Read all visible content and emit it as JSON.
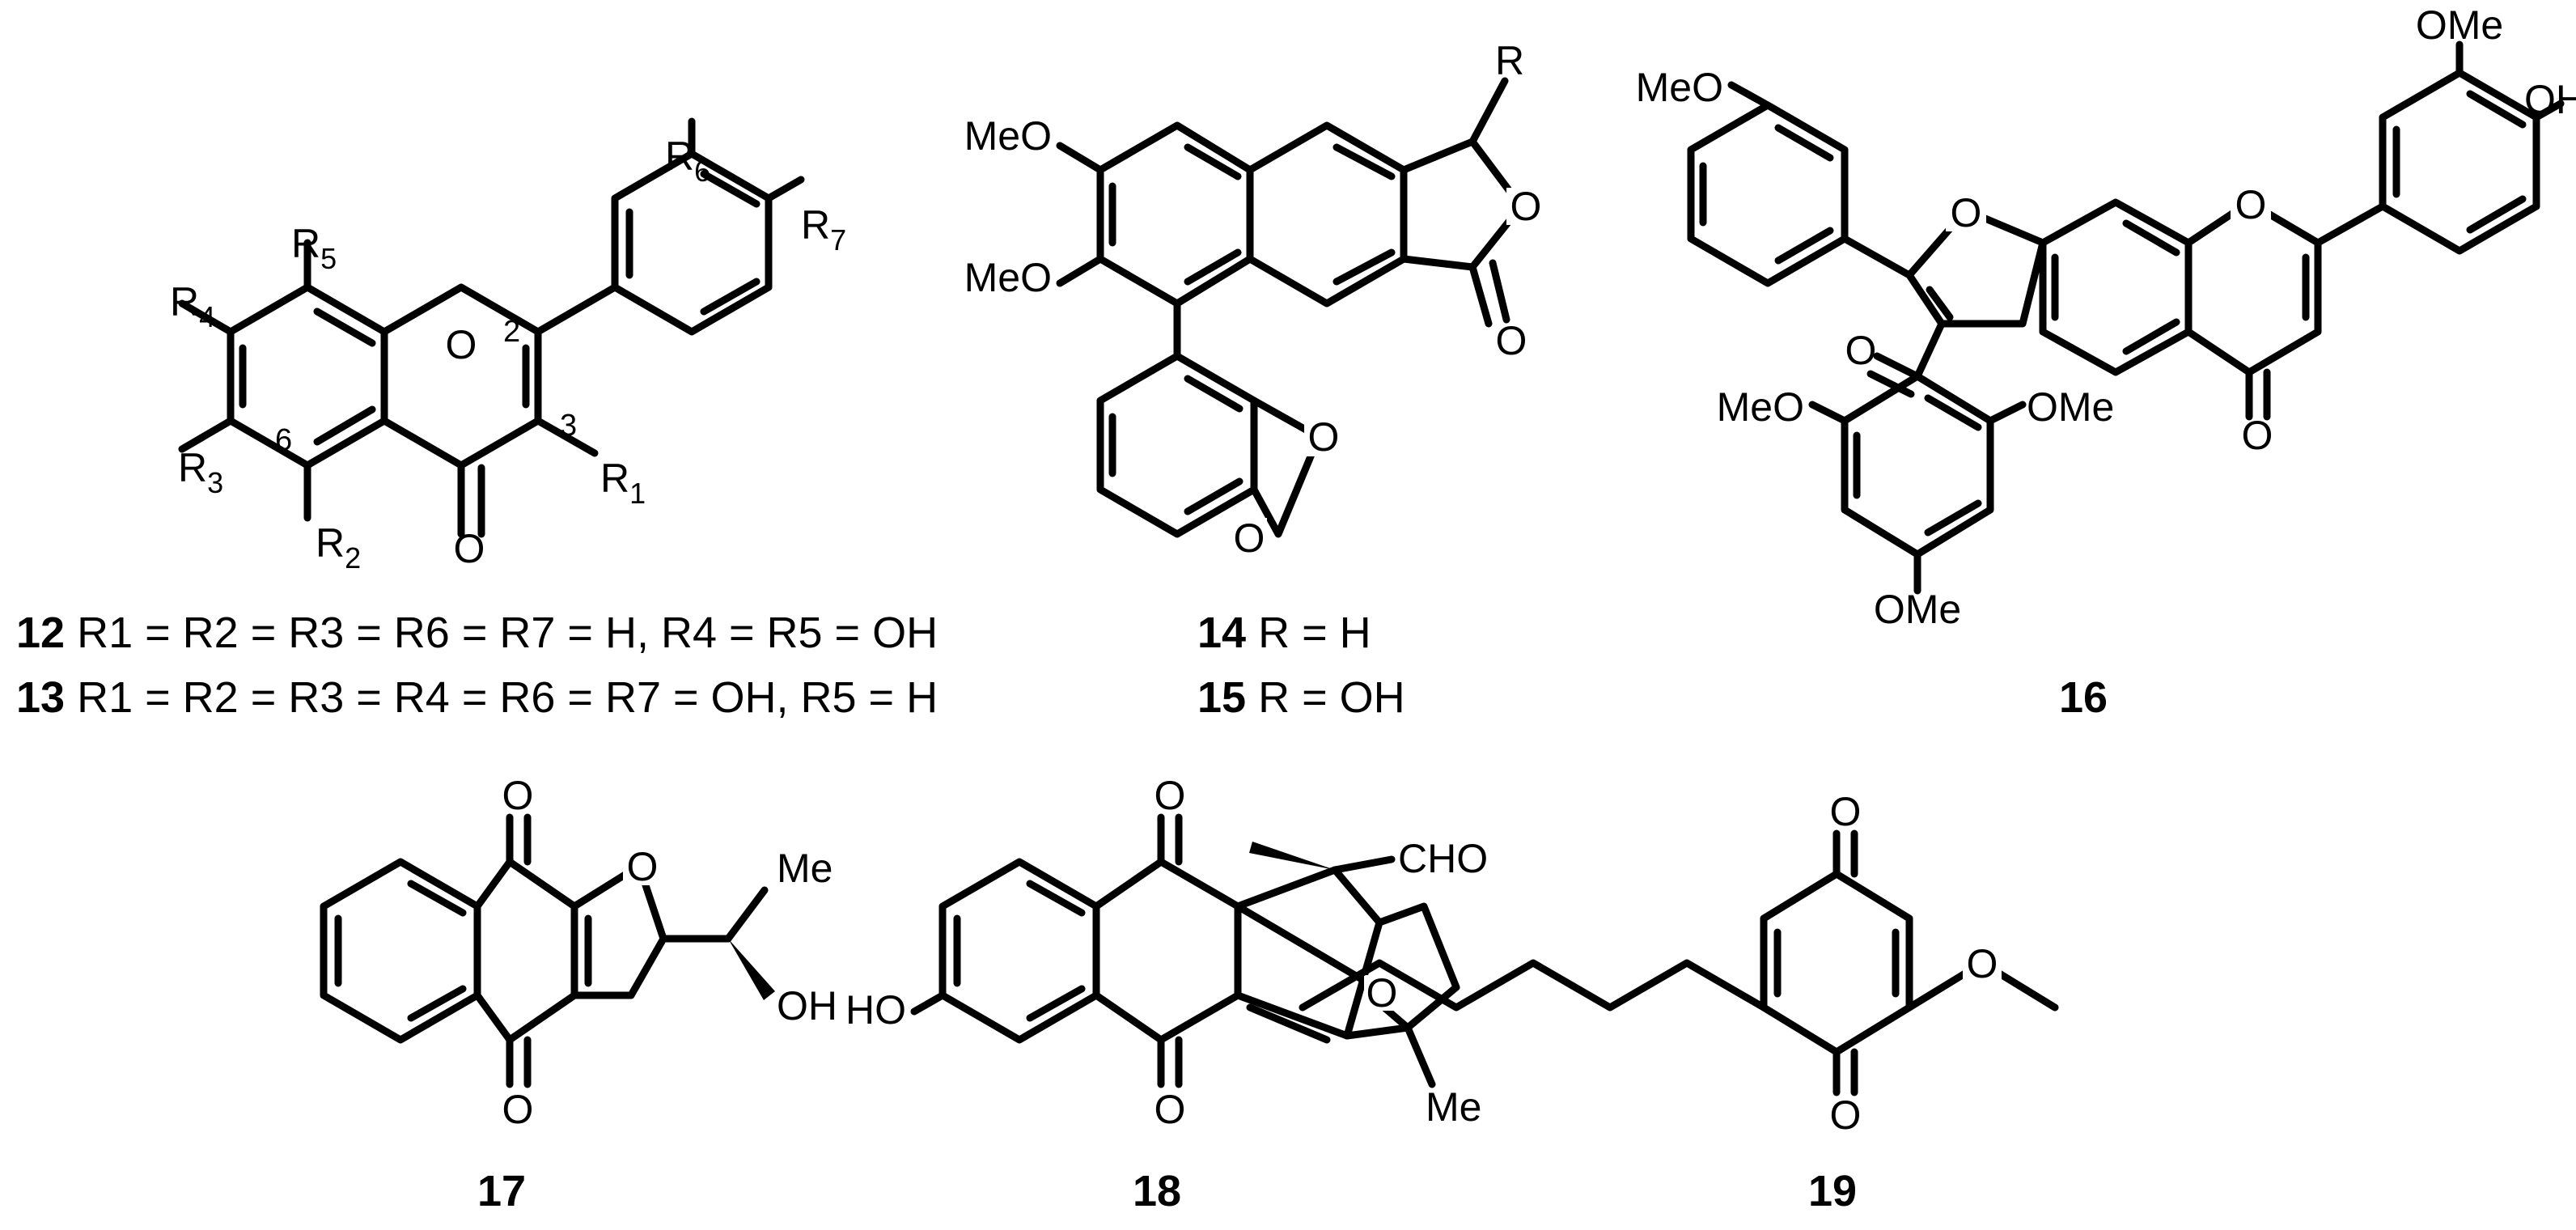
{
  "compound_12": {
    "number": "12",
    "definition": "R1 = R2 = R3 = R6 = R7 = H, R4 = R5 = OH",
    "substituents": [
      "R1",
      "R2",
      "R3",
      "R4",
      "R5",
      "R6",
      "R7"
    ],
    "positions": [
      "2",
      "3",
      "6"
    ]
  },
  "compound_13": {
    "number": "13",
    "definition": "R1 = R2 = R3 = R4 = R6 = R7 = OH, R5 = H"
  },
  "compound_14": {
    "number": "14",
    "definition": "R = H"
  },
  "compound_15": {
    "number": "15",
    "definition": "R = OH"
  },
  "compound_16": {
    "number": "16"
  },
  "compound_17": {
    "number": "17"
  },
  "compound_18": {
    "number": "18"
  },
  "compound_19": {
    "number": "19"
  },
  "atom_labels": {
    "O": "O",
    "R": "R",
    "MeO": "MeO",
    "OMe": "OMe",
    "OH": "OH",
    "HO": "HO",
    "Me": "Me",
    "CHO": "CHO"
  }
}
